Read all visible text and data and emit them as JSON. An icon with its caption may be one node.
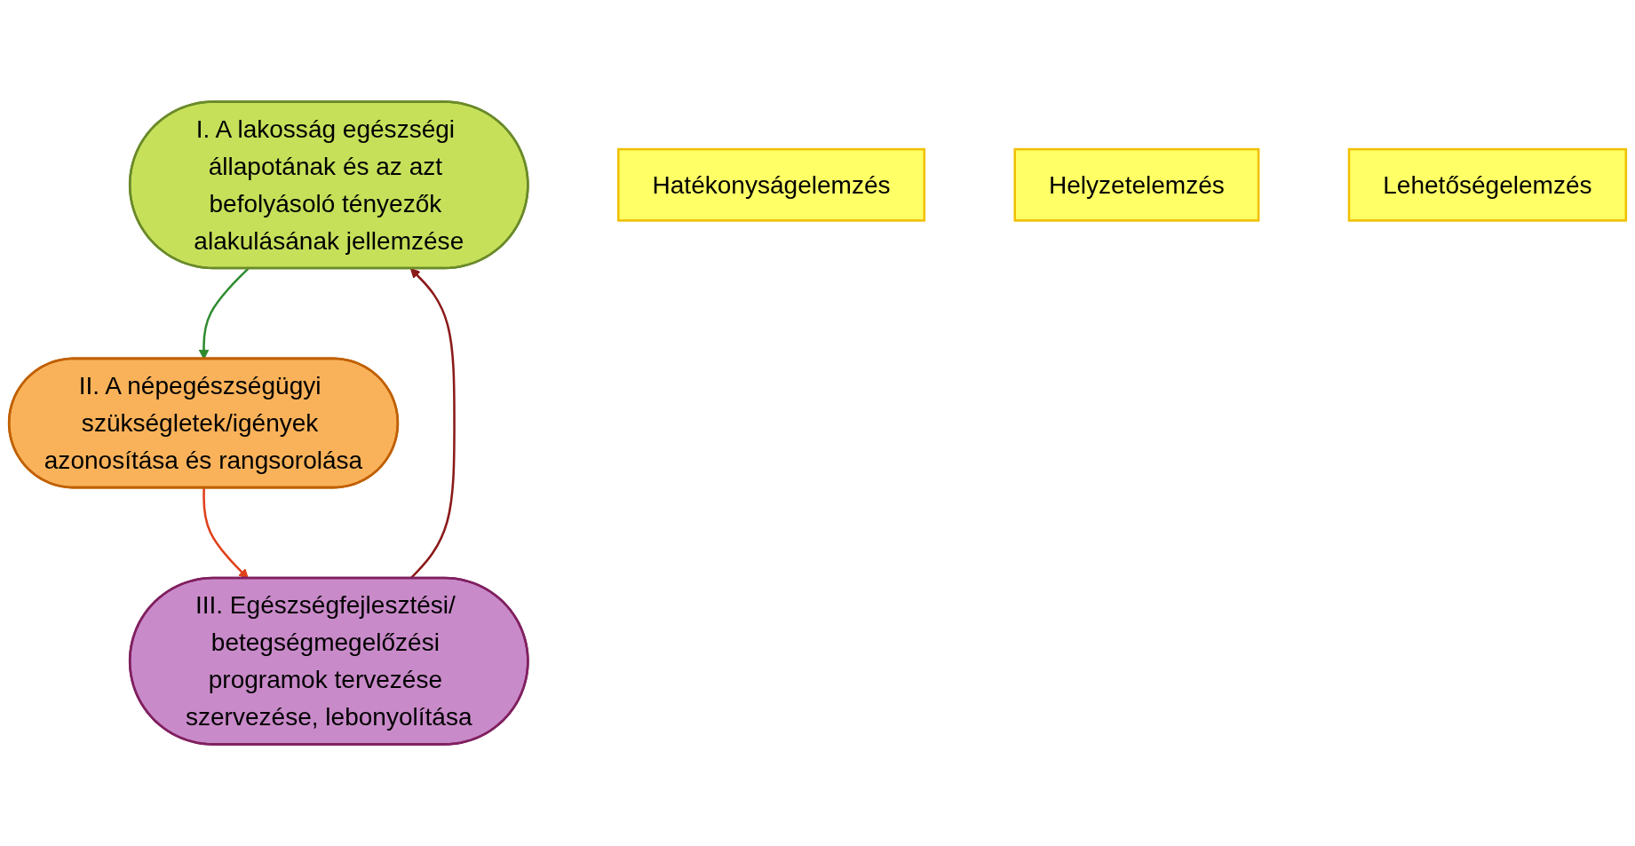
{
  "diagram": {
    "nodes": [
      {
        "text": [
          "I. A lakosság egészségi állapotának és az azt befolyásoló tényezők alakulásának jellemzése"
        ]
      },
      {
        "text": [
          "Hatékonyságelemzés"
        ]
      },
      {
        "text": [
          "Helyzetelemzés"
        ]
      },
      {
        "text": [
          "III. Egészségfejlesztési/ betegségmegelőzési programok tervezése szervezése, lebonyolítása"
        ]
      },
      {
        "text": [
          "II. A népegészségügyi szükségletek/igények azonosítása és rangsorolása"
        ]
      },
      {
        "text": [
          "Lehetőségelemzés"
        ]
      }
    ],
    "edges": [
      {
        "from": 0,
        "to": 4,
        "arrow": "to",
        "color": "#2e8b2e"
      },
      {
        "from": 4,
        "to": 3,
        "arrow": "to",
        "color": "#e0401a"
      },
      {
        "from": 3,
        "to": 0,
        "arrow": "to",
        "color": "#8b1a1a"
      }
    ]
  }
}
